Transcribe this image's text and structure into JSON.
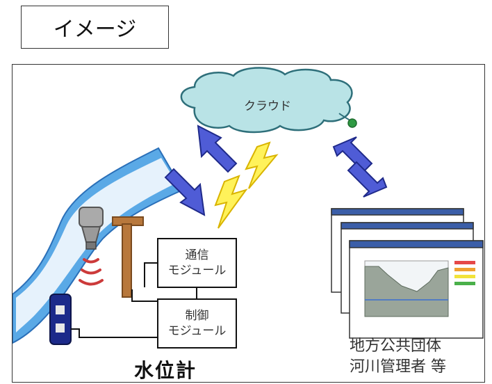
{
  "header": {
    "title": "イメージ"
  },
  "diagram": {
    "cloud_label": "クラウド",
    "comm_module": {
      "line1": "通信",
      "line2": "モジュール"
    },
    "control_module": {
      "line1": "制御",
      "line2": "モジュール"
    },
    "device_label": "水位計",
    "org_label": {
      "line1": "地方公共団体",
      "line2": "河川管理者 等"
    }
  },
  "colors": {
    "cloud_fill": "#b9e3e6",
    "arrow_fill": "#4f5cd6",
    "lightning_fill": "#fff25a",
    "river_fill": "#5aa9e6",
    "pole_fill": "#b8783c",
    "battery_fill": "#1c2a8a",
    "wave_color": "#cc3a3a"
  }
}
